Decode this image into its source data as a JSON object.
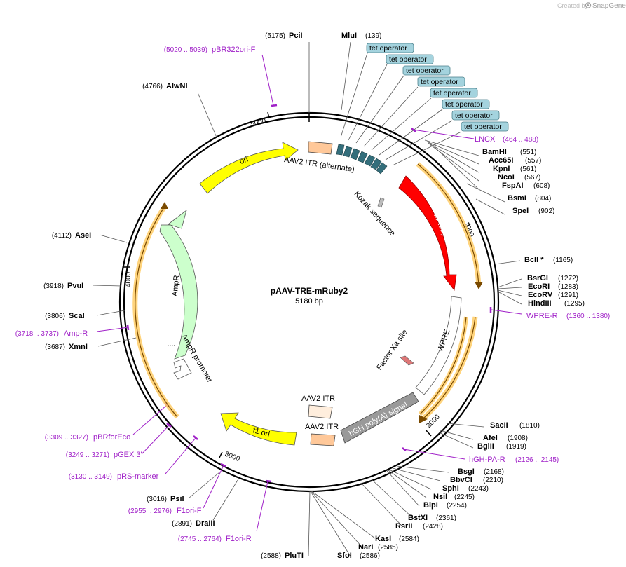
{
  "credit": {
    "created_by": "Created by",
    "brand": "SnapGene"
  },
  "plasmid": {
    "name": "pAAV-TRE-mRuby2",
    "length": "5180 bp"
  },
  "ticks": [
    "1000",
    "2000",
    "3000",
    "4000",
    "5000"
  ],
  "sites": [
    {
      "name": "PciI",
      "pos": "(5175)"
    },
    {
      "name": "MluI",
      "pos": "(139)"
    },
    {
      "name": "BamHI",
      "pos": "(551)"
    },
    {
      "name": "Acc65I",
      "pos": "(557)"
    },
    {
      "name": "KpnI",
      "pos": "(561)"
    },
    {
      "name": "NcoI",
      "pos": "(567)"
    },
    {
      "name": "FspAI",
      "pos": "(608)"
    },
    {
      "name": "BsmI",
      "pos": "(804)"
    },
    {
      "name": "SpeI",
      "pos": "(902)"
    },
    {
      "name": "BclI *",
      "pos": "(1165)"
    },
    {
      "name": "BsrGI",
      "pos": "(1272)"
    },
    {
      "name": "EcoRI",
      "pos": "(1283)"
    },
    {
      "name": "EcoRV",
      "pos": "(1291)"
    },
    {
      "name": "HindIII",
      "pos": "(1295)"
    },
    {
      "name": "SacII",
      "pos": "(1810)"
    },
    {
      "name": "AfeI",
      "pos": "(1908)"
    },
    {
      "name": "BglII",
      "pos": "(1919)"
    },
    {
      "name": "BsgI",
      "pos": "(2168)"
    },
    {
      "name": "BbvCI",
      "pos": "(2210)"
    },
    {
      "name": "SphI",
      "pos": "(2243)"
    },
    {
      "name": "NsiI",
      "pos": "(2245)"
    },
    {
      "name": "BlpI",
      "pos": "(2254)"
    },
    {
      "name": "BstXI",
      "pos": "(2361)"
    },
    {
      "name": "RsrII",
      "pos": "(2428)"
    },
    {
      "name": "KasI",
      "pos": "(2584)"
    },
    {
      "name": "NarI",
      "pos": "(2585)"
    },
    {
      "name": "SfoI",
      "pos": "(2586)"
    },
    {
      "name": "PluTI",
      "pos": "(2588)"
    },
    {
      "name": "DraIII",
      "pos": "(2891)"
    },
    {
      "name": "PsiI",
      "pos": "(3016)"
    },
    {
      "name": "XmnI",
      "pos": "(3687)"
    },
    {
      "name": "ScaI",
      "pos": "(3806)"
    },
    {
      "name": "PvuI",
      "pos": "(3918)"
    },
    {
      "name": "AseI",
      "pos": "(4112)"
    },
    {
      "name": "AlwNI",
      "pos": "(4766)"
    }
  ],
  "primers": [
    {
      "name": "pBR322ori-F",
      "range": "(5020 .. 5039)"
    },
    {
      "name": "LNCX",
      "range": "(464 .. 488)"
    },
    {
      "name": "WPRE-R",
      "range": "(1360 .. 1380)"
    },
    {
      "name": "hGH-PA-R",
      "range": "(2126 .. 2145)"
    },
    {
      "name": "F1ori-R",
      "range": "(2745 .. 2764)"
    },
    {
      "name": "F1ori-F",
      "range": "(2955 .. 2976)"
    },
    {
      "name": "pRS-marker",
      "range": "(3130 .. 3149)"
    },
    {
      "name": "pGEX 3'",
      "range": "(3249 .. 3271)"
    },
    {
      "name": "pBRforEco",
      "range": "(3309 .. 3327)"
    },
    {
      "name": "Amp-R",
      "range": "(3718 .. 3737)"
    }
  ],
  "features": {
    "tet_operator": "tet operator",
    "aav2_itr_alt": "AAV2 ITR (alternate)",
    "kozak": "Kozak sequence",
    "mruby2": "mRuby2",
    "wpre": "WPRE",
    "factor_xa": "Factor Xa site",
    "hgh": "hGH poly(A) signal",
    "aav2_itr": "AAV2 ITR",
    "aav2_itr_2": "AAV2 ITR",
    "f1ori": "f1 ori",
    "ampr_promoter": "AmpR promoter",
    "ampr": "AmpR",
    "ori": "ori"
  },
  "colors": {
    "ori": "#ffff00",
    "mruby2": "#ff0000",
    "ampr": "#ccffcc",
    "itr": "#ffc899",
    "tet": "#336e7b",
    "hgh": "#999999",
    "primer": "#a020c8",
    "orf": "#ffcc66"
  }
}
